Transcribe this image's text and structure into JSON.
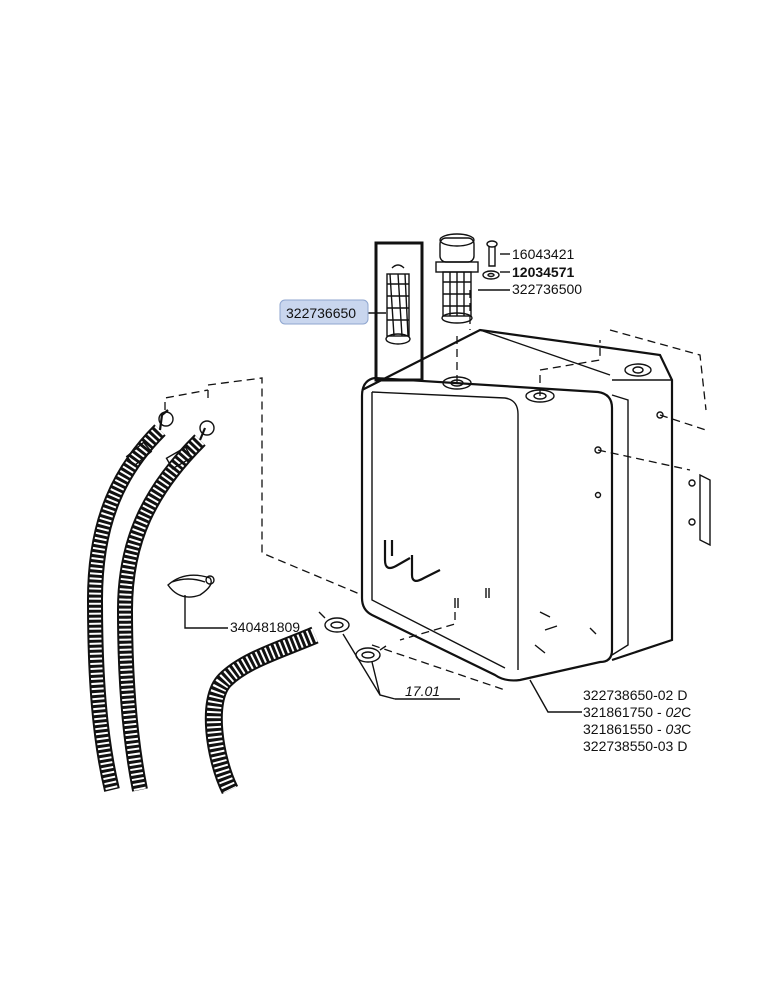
{
  "callouts": {
    "highlighted_part": "322736650",
    "bolt": "16043421",
    "washer": "12034571",
    "filler_cap_strainer": "322736500",
    "clamp": "340481809",
    "reference": "17.01",
    "tank_list": [
      {
        "code": "322738650-02",
        "suffix": "",
        "variant": "D"
      },
      {
        "code": "321861750 - ",
        "suffix": "02",
        "variant": "C"
      },
      {
        "code": "321861550 - ",
        "suffix": "03",
        "variant": "C"
      },
      {
        "code": "322738550-03",
        "suffix": "",
        "variant": "D"
      }
    ]
  },
  "colors": {
    "highlight_fill": "#c9d6ee",
    "highlight_border": "#8fa6cf",
    "ink": "#111111"
  }
}
